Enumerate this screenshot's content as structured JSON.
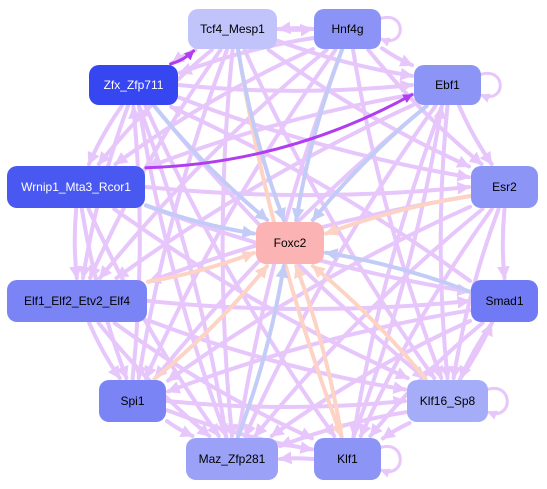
{
  "nodes": [
    {
      "id": "tcf4",
      "label": "Tcf4_Mesp1",
      "fill": "#c0c4fb",
      "text": "#000000"
    },
    {
      "id": "hnf4g",
      "label": "Hnf4g",
      "fill": "#8b93f6",
      "text": "#000000"
    },
    {
      "id": "zfx",
      "label": "Zfx_Zfp711",
      "fill": "#3646f0",
      "text": "#ffffff"
    },
    {
      "id": "ebf1",
      "label": "Ebf1",
      "fill": "#8c95f6",
      "text": "#000000"
    },
    {
      "id": "wrnip1",
      "label": "Wrnip1_Mta3_Rcor1",
      "fill": "#4a58f2",
      "text": "#ffffff"
    },
    {
      "id": "esr2",
      "label": "Esr2",
      "fill": "#8c95f6",
      "text": "#000000"
    },
    {
      "id": "foxc2",
      "label": "Foxc2",
      "fill": "#fbb3b3",
      "text": "#000000"
    },
    {
      "id": "elf1",
      "label": "Elf1_Elf2_Etv2_Elf4",
      "fill": "#7a84f5",
      "text": "#000000"
    },
    {
      "id": "smad1",
      "label": "Smad1",
      "fill": "#6f7af4",
      "text": "#000000"
    },
    {
      "id": "spi1",
      "label": "Spi1",
      "fill": "#7a84f5",
      "text": "#000000"
    },
    {
      "id": "klf16",
      "label": "Klf16_Sp8",
      "fill": "#a6adf8",
      "text": "#000000"
    },
    {
      "id": "maz",
      "label": "Maz_Zfp281",
      "fill": "#9aa1f7",
      "text": "#000000"
    },
    {
      "id": "klf1",
      "label": "Klf1",
      "fill": "#8c95f6",
      "text": "#000000"
    }
  ],
  "edge_colors": {
    "default": "#e6c6fb",
    "peach": "#fcd3c5",
    "blue": "#c3ccf7",
    "strong": "#b13cf0"
  },
  "edges": [
    {
      "from": "zfx",
      "to": "tcf4",
      "color": "strong"
    },
    {
      "from": "wrnip1",
      "to": "ebf1",
      "color": "strong"
    },
    {
      "from": "wrnip1",
      "to": "klf16",
      "color": "default"
    },
    {
      "from": "tcf4",
      "to": "foxc2",
      "color": "blue"
    },
    {
      "from": "hnf4g",
      "to": "foxc2",
      "color": "blue"
    },
    {
      "from": "zfx",
      "to": "foxc2",
      "color": "blue"
    },
    {
      "from": "ebf1",
      "to": "foxc2",
      "color": "blue"
    },
    {
      "from": "wrnip1",
      "to": "foxc2",
      "color": "blue"
    },
    {
      "from": "esr2",
      "to": "foxc2",
      "color": "peach"
    },
    {
      "from": "elf1",
      "to": "foxc2",
      "color": "peach"
    },
    {
      "from": "smad1",
      "to": "foxc2",
      "color": "blue"
    },
    {
      "from": "spi1",
      "to": "foxc2",
      "color": "peach"
    },
    {
      "from": "klf16",
      "to": "foxc2",
      "color": "peach"
    },
    {
      "from": "maz",
      "to": "foxc2",
      "color": "blue"
    },
    {
      "from": "klf1",
      "to": "foxc2",
      "color": "peach"
    },
    {
      "from": "tcf4",
      "to": "hnf4g",
      "color": "default"
    },
    {
      "from": "hnf4g",
      "to": "tcf4",
      "color": "default"
    },
    {
      "from": "tcf4",
      "to": "zfx",
      "color": "default"
    },
    {
      "from": "tcf4",
      "to": "ebf1",
      "color": "default"
    },
    {
      "from": "tcf4",
      "to": "esr2",
      "color": "default"
    },
    {
      "from": "tcf4",
      "to": "klf16",
      "color": "default"
    },
    {
      "from": "tcf4",
      "to": "maz",
      "color": "default"
    },
    {
      "from": "tcf4",
      "to": "klf1",
      "color": "peach"
    },
    {
      "from": "tcf4",
      "to": "spi1",
      "color": "default"
    },
    {
      "from": "tcf4",
      "to": "wrnip1",
      "color": "default"
    },
    {
      "from": "tcf4",
      "to": "elf1",
      "color": "default"
    },
    {
      "from": "hnf4g",
      "to": "ebf1",
      "color": "default"
    },
    {
      "from": "hnf4g",
      "to": "zfx",
      "color": "default"
    },
    {
      "from": "hnf4g",
      "to": "wrnip1",
      "color": "default"
    },
    {
      "from": "hnf4g",
      "to": "esr2",
      "color": "default"
    },
    {
      "from": "hnf4g",
      "to": "klf16",
      "color": "default"
    },
    {
      "from": "hnf4g",
      "to": "maz",
      "color": "default"
    },
    {
      "from": "hnf4g",
      "to": "spi1",
      "color": "default"
    },
    {
      "from": "hnf4g",
      "to": "elf1",
      "color": "default"
    },
    {
      "from": "zfx",
      "to": "wrnip1",
      "color": "default"
    },
    {
      "from": "zfx",
      "to": "ebf1",
      "color": "default"
    },
    {
      "from": "zfx",
      "to": "klf16",
      "color": "default"
    },
    {
      "from": "zfx",
      "to": "maz",
      "color": "default"
    },
    {
      "from": "zfx",
      "to": "klf1",
      "color": "default"
    },
    {
      "from": "zfx",
      "to": "elf1",
      "color": "default"
    },
    {
      "from": "zfx",
      "to": "esr2",
      "color": "default"
    },
    {
      "from": "ebf1",
      "to": "esr2",
      "color": "default"
    },
    {
      "from": "ebf1",
      "to": "wrnip1",
      "color": "default"
    },
    {
      "from": "ebf1",
      "to": "elf1",
      "color": "default"
    },
    {
      "from": "ebf1",
      "to": "spi1",
      "color": "default"
    },
    {
      "from": "ebf1",
      "to": "maz",
      "color": "default"
    },
    {
      "from": "ebf1",
      "to": "klf1",
      "color": "default"
    },
    {
      "from": "ebf1",
      "to": "klf16",
      "color": "default"
    },
    {
      "from": "wrnip1",
      "to": "elf1",
      "color": "default"
    },
    {
      "from": "wrnip1",
      "to": "esr2",
      "color": "default"
    },
    {
      "from": "wrnip1",
      "to": "spi1",
      "color": "default"
    },
    {
      "from": "wrnip1",
      "to": "maz",
      "color": "default"
    },
    {
      "from": "wrnip1",
      "to": "smad1",
      "color": "default"
    },
    {
      "from": "esr2",
      "to": "elf1",
      "color": "default"
    },
    {
      "from": "esr2",
      "to": "smad1",
      "color": "default"
    },
    {
      "from": "esr2",
      "to": "spi1",
      "color": "default"
    },
    {
      "from": "esr2",
      "to": "klf16",
      "color": "default"
    },
    {
      "from": "esr2",
      "to": "maz",
      "color": "default"
    },
    {
      "from": "esr2",
      "to": "klf1",
      "color": "default"
    },
    {
      "from": "elf1",
      "to": "smad1",
      "color": "default"
    },
    {
      "from": "elf1",
      "to": "spi1",
      "color": "default"
    },
    {
      "from": "elf1",
      "to": "klf16",
      "color": "default"
    },
    {
      "from": "elf1",
      "to": "maz",
      "color": "default"
    },
    {
      "from": "elf1",
      "to": "klf1",
      "color": "default"
    },
    {
      "from": "smad1",
      "to": "spi1",
      "color": "default"
    },
    {
      "from": "smad1",
      "to": "klf16",
      "color": "default"
    },
    {
      "from": "smad1",
      "to": "maz",
      "color": "default"
    },
    {
      "from": "smad1",
      "to": "klf1",
      "color": "default"
    },
    {
      "from": "smad1",
      "to": "zfx",
      "color": "default"
    },
    {
      "from": "spi1",
      "to": "klf16",
      "color": "default"
    },
    {
      "from": "spi1",
      "to": "maz",
      "color": "default"
    },
    {
      "from": "spi1",
      "to": "klf1",
      "color": "default"
    },
    {
      "from": "spi1",
      "to": "zfx",
      "color": "default"
    },
    {
      "from": "klf16",
      "to": "maz",
      "color": "default"
    },
    {
      "from": "klf16",
      "to": "klf1",
      "color": "default"
    },
    {
      "from": "klf1",
      "to": "maz",
      "color": "default"
    },
    {
      "from": "maz",
      "to": "zfx",
      "color": "default"
    },
    {
      "from": "klf1",
      "to": "ebf1",
      "color": "default"
    },
    {
      "from": "klf16",
      "to": "smad1",
      "color": "default"
    }
  ],
  "self_loops": [
    "hnf4g",
    "ebf1",
    "klf16",
    "klf1"
  ]
}
